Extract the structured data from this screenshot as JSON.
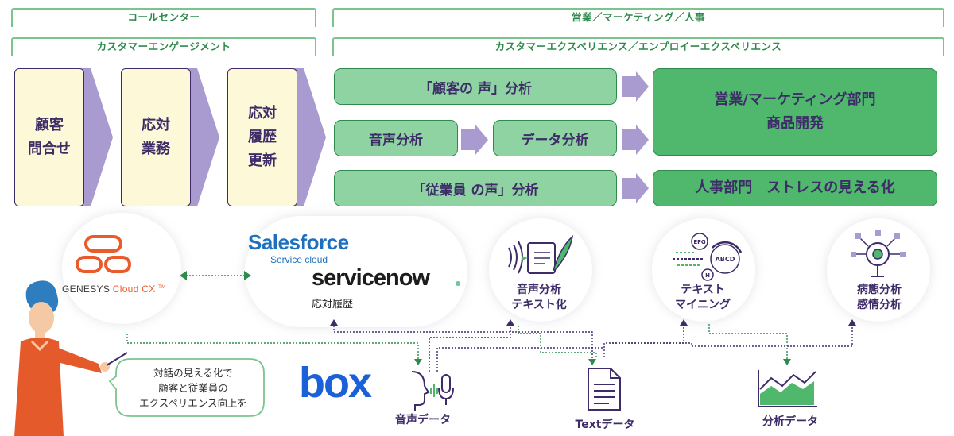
{
  "header": {
    "left_bar_1": "コールセンター",
    "left_bar_2": "カスタマーエンゲージメント",
    "right_bar_1": "営業／マーケティング／人事",
    "right_bar_2": "カスタマーエクスペリエンス／エンプロイーエクスペリエンス"
  },
  "flow": {
    "steps": [
      {
        "line1": "顧客",
        "line2": "問合せ",
        "line3": ""
      },
      {
        "line1": "応対",
        "line2": "業務",
        "line3": ""
      },
      {
        "line1": "応対",
        "line2": "履歴",
        "line3": "更新"
      }
    ],
    "voc": "「顧客の 声」分析",
    "speech": "音声分析",
    "data": "データ分析",
    "voe": "「従業員 の声」分析",
    "sales_line1": "営業/マーケティング部門",
    "sales_line2": "商品開発",
    "hr": "人事部門　ストレスの見える化"
  },
  "logos": {
    "genesys_main": "GENESYS",
    "genesys_sub": "Cloud CX",
    "genesys_tm": "TM",
    "salesforce": "Salesforce",
    "salesforce_sub": "Service cloud",
    "servicenow": "servicenow",
    "servicenow_caption": "応対履歴",
    "box": "box"
  },
  "icons": {
    "speech_text_line1": "音声分析",
    "speech_text_line2": "テキスト化",
    "textmining_line1": "テキスト",
    "textmining_line2": "マイニング",
    "textmining_bubble1": "EFG",
    "textmining_bubble2": "ABCD",
    "textmining_bubble3": "H",
    "pathology_line1": "病態分析",
    "pathology_line2": "感情分析"
  },
  "outputs": {
    "voice_data": "音声データ",
    "text_data": "Textデータ",
    "analysis_data": "分析データ"
  },
  "speech_bubble": {
    "line1": "対話の見える化で",
    "line2": "顧客と従業員の",
    "line3": "エクスペリエンス向上を"
  },
  "colors": {
    "green_light": "#8fd3a3",
    "green_dark": "#4fb86d",
    "purple": "#3d2c68",
    "chevron": "#a99ad0",
    "genesys_orange": "#ea5a2a",
    "salesforce_blue": "#1e6fc0",
    "box_blue": "#1a61d9"
  }
}
